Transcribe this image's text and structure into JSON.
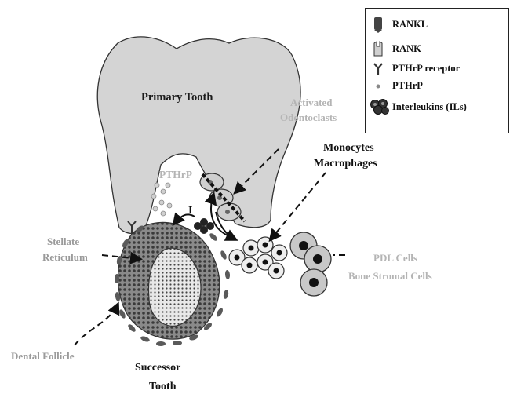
{
  "legend": {
    "items": [
      {
        "label": "RANKL",
        "icon": "rankl-icon"
      },
      {
        "label": "RANK",
        "icon": "rank-icon"
      },
      {
        "label": "PTHrP receptor",
        "icon": "pthrp-receptor-icon"
      },
      {
        "label": "PTHrP",
        "icon": "pthrp-icon"
      },
      {
        "label": "Interleukins (ILs)",
        "icon": "interleukins-icon"
      }
    ]
  },
  "labels": {
    "primary_tooth": "Primary Tooth",
    "activated_1": "Activated",
    "activated_2": "Odontoclasts",
    "monocytes_1": "Monocytes",
    "monocytes_2": "Macrophages",
    "pthrp": "PTHrP",
    "inhibit": "I",
    "stellate_1": "Stellate",
    "stellate_2": "Reticulum",
    "pdl": "PDL Cells",
    "bone_stromal": "Bone Stromal Cells",
    "dental_follicle": "Dental Follicle",
    "successor_1": "Successor",
    "successor_2": "Tooth"
  },
  "colors": {
    "tooth_fill": "#d4d4d4",
    "grey_text": "#b4b4b4",
    "dark": "#1a1a1a",
    "follicle": "#5a5a5a"
  }
}
